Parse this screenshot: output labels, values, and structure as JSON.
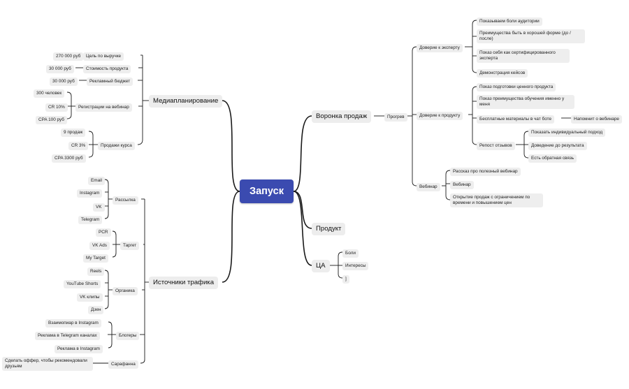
{
  "root": "Запуск",
  "branches": {
    "funnel": {
      "label": "Воронка продаж",
      "warmup": {
        "label": "Прогрев",
        "trust_expert": {
          "label": "Доверие к эксперту",
          "items": [
            "Показываем боли аудитории",
            "Преимущества быть в хорошей форме (до / после)",
            "Показ себя как сертифицированного эксперта",
            "Демонстрация кейсов"
          ]
        },
        "trust_product": {
          "label": "Доверие к продукту",
          "items": [
            "Показ подготовки ценного продукта",
            "Показ преимущества обучения именно у меня",
            "Бесплатные материалы в чат боте",
            "Репост отзывов"
          ],
          "chatbot_child": "Напомнит о вебинаре",
          "reviews_children": [
            "Показать индивидуальный подход",
            "Доведение до результата",
            "Есть обратная связь"
          ]
        },
        "webinar": {
          "label": "Вебинар",
          "items": [
            "Рассказ про полезный вебинар",
            "Вебинар",
            "Открытие продаж с ограничением по времени и повышением цен"
          ]
        }
      }
    },
    "product": {
      "label": "Продукт"
    },
    "ca": {
      "label": "ЦА",
      "items": [
        "Боли",
        "Интересы",
        "]"
      ]
    },
    "media": {
      "label": "Медиапланирование",
      "revenue": {
        "label": "Цель по выручке",
        "value": "270 000 руб"
      },
      "price": {
        "label": "Стоимость продукта",
        "value": "30 000 руб"
      },
      "budget": {
        "label": "Рекламный бюджет",
        "value": "30 000 руб"
      },
      "registrations": {
        "label": "Регистрации на вебинар",
        "items": [
          "300 человек",
          "CR 10%",
          "CPA 100 руб"
        ]
      },
      "sales": {
        "label": "Продажи курса",
        "items": [
          "9 продаж",
          "CR 3%",
          "CPA 3300 руб"
        ]
      }
    },
    "traffic": {
      "label": "Источники трафика",
      "mailing": {
        "label": "Рассылка",
        "items": [
          "Email",
          "Instagram",
          "VK",
          "Telegram"
        ]
      },
      "target": {
        "label": "Таргет",
        "items": [
          "PCR",
          "VK Ads",
          "My Target"
        ]
      },
      "organic": {
        "label": "Органика",
        "items": [
          "Reels",
          "YouTube Shorts",
          "VK клипы",
          "Дзен"
        ]
      },
      "bloggers": {
        "label": "Блогеры",
        "items": [
          "Взаимопиар в Instagram",
          "Реклама в Telegram каналах",
          "Реклама в Instagram"
        ]
      },
      "wom": {
        "label": "Сарафанна",
        "items": [
          "Сделать оффер, чтобы рекомендовали друзьям"
        ]
      }
    }
  }
}
